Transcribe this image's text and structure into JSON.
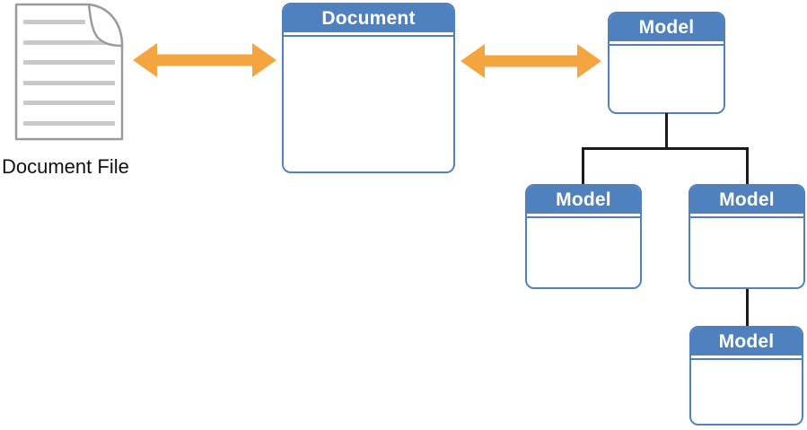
{
  "labels": {
    "file_label": "Document File"
  },
  "boxes": {
    "document": {
      "title": "Document"
    },
    "model_root": {
      "title": "Model"
    },
    "model_child_left": {
      "title": "Model"
    },
    "model_child_right": {
      "title": "Model"
    },
    "model_grandchild": {
      "title": "Model"
    }
  },
  "colors": {
    "box_header": "#4E81BD",
    "box_border": "#4E81BD",
    "box_title": "#FFFFFF",
    "arrow": "#F5A53F",
    "connector": "#1A1A1A",
    "file_outline": "#9B9B9B",
    "file_lines": "#C9C9C9",
    "label_text": "#111111",
    "background": "#FFFFFF"
  }
}
